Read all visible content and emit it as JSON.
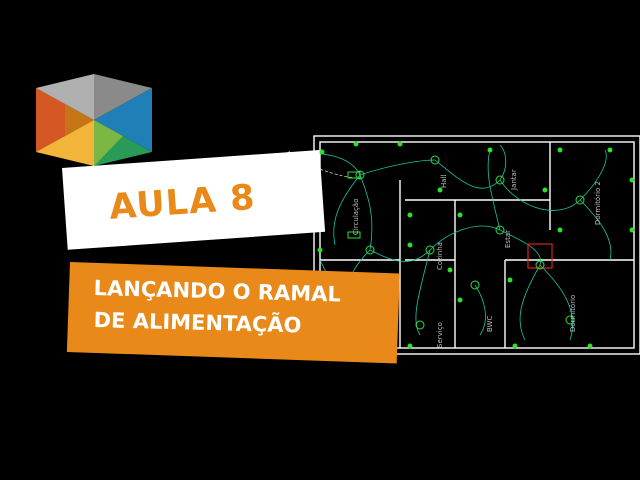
{
  "lesson": {
    "title": "AULA 8"
  },
  "subtitle": {
    "line1": "LANÇANDO O RAMAL",
    "line2": "DE ALIMENTAÇÃO"
  },
  "floorplan": {
    "rooms": [
      "Circulação",
      "Hall",
      "Jantar",
      "Dormitório 2",
      "Estar",
      "Cozinha",
      "BWC",
      "Serviço",
      "Dormitório"
    ]
  },
  "colors": {
    "accent": "#e8891a",
    "wiring": "#17c8a8",
    "components": "#2fe02f",
    "walls": "#ffffff"
  }
}
